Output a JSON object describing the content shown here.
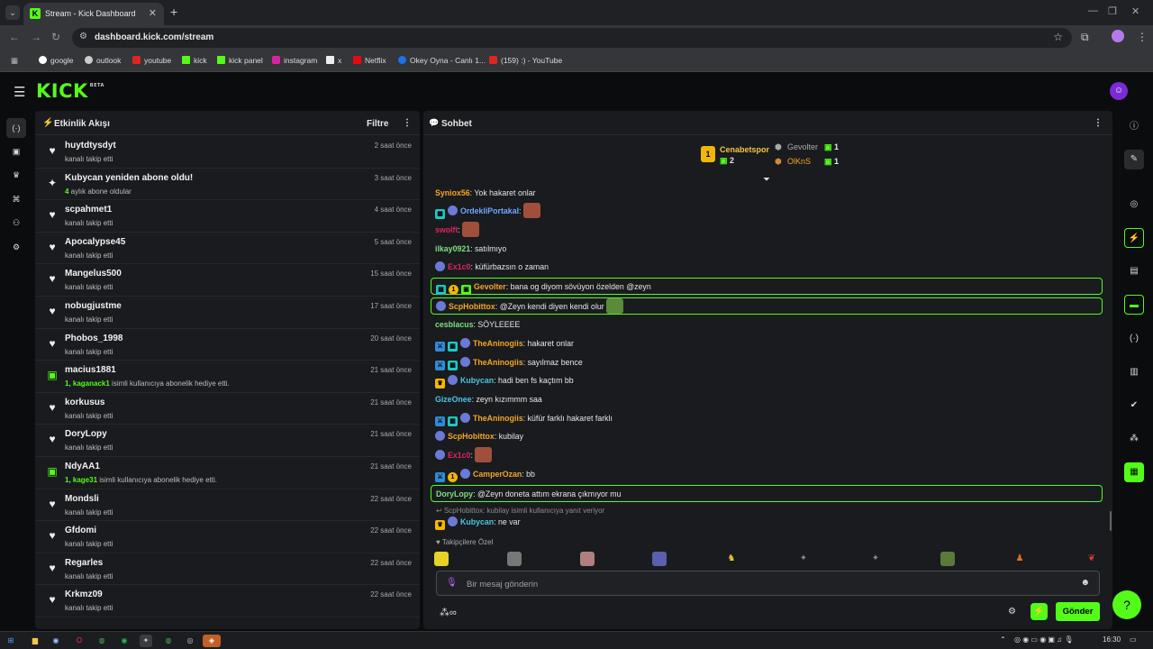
{
  "browser": {
    "tab_title": "Stream - Kick Dashboard",
    "url": "dashboard.kick.com/stream",
    "bookmarks": [
      "google",
      "outlook",
      "youtube",
      "kick",
      "kick panel",
      "instagram",
      "x",
      "Netflix",
      "Okey Oyna - Canlı 1...",
      "(159) :) - YouTube"
    ]
  },
  "app": {
    "logo": "KICK",
    "logo_tag": "BETA"
  },
  "activity": {
    "title": "Etkinlik Akışı",
    "filter_label": "Filtre",
    "events": [
      {
        "name": "huytdtysdyt",
        "sub": "kanalı takip etti",
        "time": "2 saat önce",
        "type": "follow"
      },
      {
        "name": "Kubycan yeniden abone oldu!",
        "sub_hl": "4",
        "sub": " aylık abone oldular",
        "time": "3 saat önce",
        "type": "resub"
      },
      {
        "name": "scpahmet1",
        "sub": "kanalı takip etti",
        "time": "4 saat önce",
        "type": "follow"
      },
      {
        "name": "Apocalypse45",
        "sub": "kanalı takip etti",
        "time": "5 saat önce",
        "type": "follow"
      },
      {
        "name": "Mangelus500",
        "sub": "kanalı takip etti",
        "time": "15 saat önce",
        "type": "follow"
      },
      {
        "name": "nobugjustme",
        "sub": "kanalı takip etti",
        "time": "17 saat önce",
        "type": "follow"
      },
      {
        "name": "Phobos_1998",
        "sub": "kanalı takip etti",
        "time": "20 saat önce",
        "type": "follow"
      },
      {
        "name": "macius1881",
        "sub_hl": "1, kaganack1",
        "sub": " isimli kullanıcıya abonelik hediye etti.",
        "time": "21 saat önce",
        "type": "gift"
      },
      {
        "name": "korkusus",
        "sub": "kanalı takip etti",
        "time": "21 saat önce",
        "type": "follow"
      },
      {
        "name": "DoryLopy",
        "sub": "kanalı takip etti",
        "time": "21 saat önce",
        "type": "follow"
      },
      {
        "name": "NdyAA1",
        "sub_hl": "1, kage31",
        "sub": " isimli kullanıcıya abonelik hediye etti.",
        "time": "21 saat önce",
        "type": "gift"
      },
      {
        "name": "Mondsli",
        "sub": "kanalı takip etti",
        "time": "22 saat önce",
        "type": "follow"
      },
      {
        "name": "Gfdomi",
        "sub": "kanalı takip etti",
        "time": "22 saat önce",
        "type": "follow"
      },
      {
        "name": "Regarles",
        "sub": "kanalı takip etti",
        "time": "22 saat önce",
        "type": "follow"
      },
      {
        "name": "Krkmz09",
        "sub": "kanalı takip etti",
        "time": "22 saat önce",
        "type": "follow"
      }
    ]
  },
  "chat": {
    "title": "Sohbet",
    "leaderboard": {
      "first": {
        "rank": "1",
        "name": "Cenabetspor",
        "count": "2"
      },
      "second": {
        "name": "Gevolter",
        "count": "1"
      },
      "third": {
        "name": "OlKnS",
        "count": "1"
      }
    },
    "messages": [
      {
        "user": "Syniox56",
        "color": "#f5a623",
        "text": ": Yok hakaret onlar",
        "badges": [],
        "emote": false,
        "hl": false
      },
      {
        "user": "OrdekliPortakal",
        "color": "#6fa8ff",
        "text": ":",
        "badges": [
          "sub",
          "bot"
        ],
        "emote": true,
        "hl": false
      },
      {
        "user": "swolft",
        "color": "#e0245e",
        "text": ":",
        "badges": [],
        "emote": true,
        "hl": false
      },
      {
        "user": "ilkay0921",
        "color": "#7de07d",
        "text": ": satılmıyo",
        "badges": [],
        "emote": false,
        "hl": false
      },
      {
        "user": "Ex1c0",
        "color": "#e0245e",
        "text": ": küfürbazsın o zaman",
        "badges": [
          "bot"
        ],
        "emote": false,
        "hl": false
      },
      {
        "user": "Gevolter",
        "color": "#f5a623",
        "text": ": bana og diyom sövüyon özelden @zeyn",
        "badges": [
          "sub",
          "gold",
          "gift"
        ],
        "emote": false,
        "hl": true
      },
      {
        "user": "ScpHobittox",
        "color": "#f5a623",
        "text": ": @Zeyn kendi diyen kendi olur",
        "badges": [
          "bot"
        ],
        "emote": true,
        "hl": true
      },
      {
        "user": "cesblacus",
        "color": "#7de07d",
        "text": ": SÖYLEEEE",
        "badges": [],
        "emote": false,
        "hl": false
      },
      {
        "user": "TheAninogiis",
        "color": "#f5a623",
        "text": ": hakaret onlar",
        "badges": [
          "mod",
          "sub",
          "bot"
        ],
        "emote": false,
        "hl": false
      },
      {
        "user": "TheAninogiis",
        "color": "#f5a623",
        "text": ": sayılmaz bence",
        "badges": [
          "mod",
          "sub",
          "bot"
        ],
        "emote": false,
        "hl": false
      },
      {
        "user": "Kubycan",
        "color": "#48c7e0",
        "text": ": hadi ben fs kaçtım bb",
        "badges": [
          "crown",
          "bot"
        ],
        "emote": false,
        "hl": false
      },
      {
        "user": "GizeOnee",
        "color": "#48c7e0",
        "text": ": zeyn kızımmm saa",
        "badges": [],
        "emote": false,
        "hl": false
      },
      {
        "user": "TheAninogiis",
        "color": "#f5a623",
        "text": ": küfür farklı hakaret farklı",
        "badges": [
          "mod",
          "sub",
          "bot"
        ],
        "emote": false,
        "hl": false
      },
      {
        "user": "ScpHobittox",
        "color": "#f5a623",
        "text": ": kubilay",
        "badges": [
          "bot"
        ],
        "emote": false,
        "hl": false
      },
      {
        "user": "Ex1c0",
        "color": "#e0245e",
        "text": ":",
        "badges": [
          "bot"
        ],
        "emote": true,
        "hl": false
      },
      {
        "user": "CamperOzan",
        "color": "#f5a623",
        "text": ": bb",
        "badges": [
          "mod",
          "gold",
          "bot"
        ],
        "emote": false,
        "hl": false
      },
      {
        "user": "DoryLopy",
        "color": "#7de07d",
        "text": ": @Zeyn doneta attım ekrana çıkmıyor mu",
        "badges": [],
        "emote": false,
        "hl": true
      }
    ],
    "reply_hint": "ScpHobittox: kubilay isimli kullanıcıya yanıt veriyor",
    "last_message": {
      "user": "Kubycan",
      "color": "#48c7e0",
      "text": ": ne var"
    },
    "followers_only": "Takipçilere Özel",
    "input_placeholder": "Bir mesaj gönderin",
    "send_label": "Gönder"
  },
  "taskbar": {
    "clock": "16:30"
  },
  "colors": {
    "accent": "#53fc18",
    "panel": "#191b1f"
  }
}
